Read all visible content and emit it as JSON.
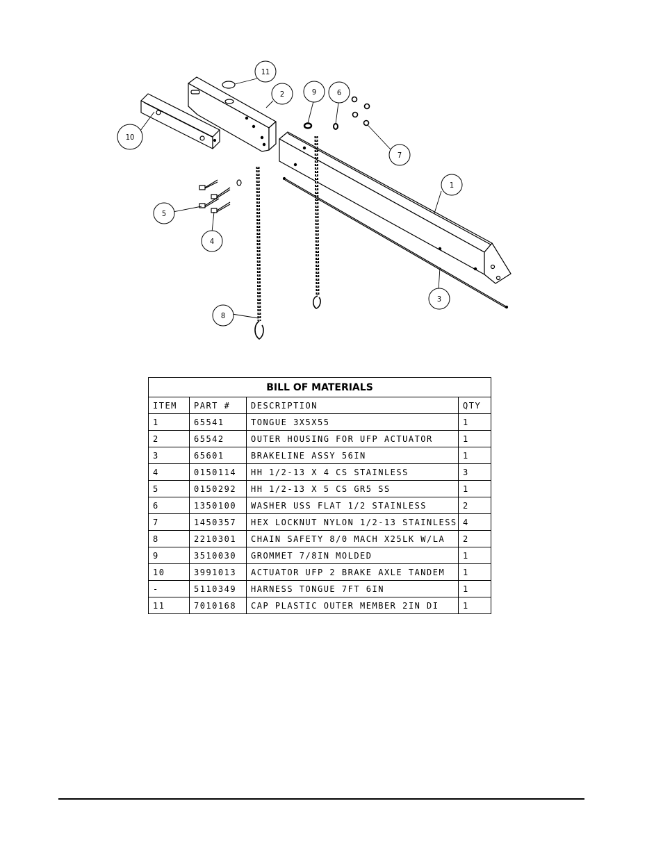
{
  "diagram": {
    "callouts": [
      "1",
      "2",
      "3",
      "4",
      "5",
      "6",
      "7",
      "8",
      "9",
      "10",
      "11"
    ]
  },
  "bom": {
    "title": "BILL OF MATERIALS",
    "headers": {
      "item": "ITEM",
      "part": "PART #",
      "description": "DESCRIPTION",
      "qty": "QTY"
    },
    "rows": [
      {
        "item": "1",
        "part": "65541",
        "description": "TONGUE 3X5X55",
        "qty": "1"
      },
      {
        "item": "2",
        "part": "65542",
        "description": "OUTER HOUSING FOR UFP ACTUATOR",
        "qty": "1"
      },
      {
        "item": "3",
        "part": "65601",
        "description": "BRAKELINE ASSY  56IN",
        "qty": "1"
      },
      {
        "item": "4",
        "part": "0150114",
        "description": "HH 1/2-13 X 4 CS STAINLESS",
        "qty": "3"
      },
      {
        "item": "5",
        "part": "0150292",
        "description": "HH 1/2-13 X 5 CS GR5 SS",
        "qty": "1"
      },
      {
        "item": "6",
        "part": "1350100",
        "description": "WASHER USS FLAT 1/2 STAINLESS",
        "qty": "2"
      },
      {
        "item": "7",
        "part": "1450357",
        "description": "HEX LOCKNUT NYLON 1/2-13 STAINLESS",
        "qty": "4"
      },
      {
        "item": "8",
        "part": "2210301",
        "description": "CHAIN SAFETY 8/0 MACH X25LK W/LA",
        "qty": "2"
      },
      {
        "item": "9",
        "part": "3510030",
        "description": "GROMMET  7/8IN MOLDED",
        "qty": "1"
      },
      {
        "item": "10",
        "part": "3991013",
        "description": "ACTUATOR UFP 2 BRAKE AXLE TANDEM",
        "qty": "1"
      },
      {
        "item": "-",
        "part": "5110349",
        "description": "HARNESS  TONGUE 7FT 6IN",
        "qty": "1"
      },
      {
        "item": "11",
        "part": "7010168",
        "description": "CAP  PLASTIC OUTER MEMBER 2IN DI",
        "qty": "1"
      }
    ]
  }
}
